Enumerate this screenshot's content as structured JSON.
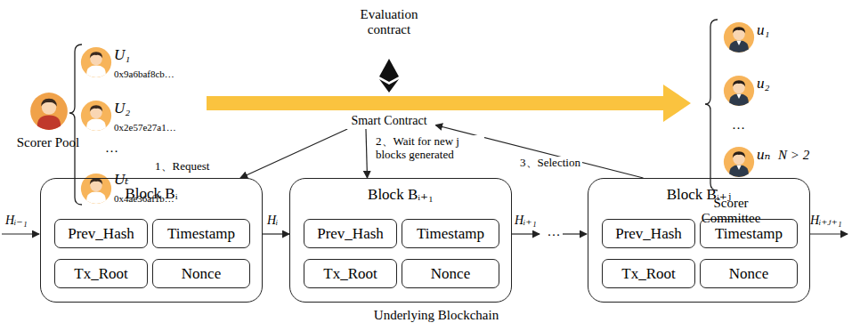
{
  "diagram": {
    "nodes": [
      {
        "text": [
          "Smart Contract"
        ]
      },
      {
        "text": [
          "Block Bᵢ"
        ]
      },
      {
        "text": [
          "Prev_Hash"
        ],
        "in": 1
      },
      {
        "text": [
          "Timestamp"
        ],
        "in": 1
      },
      {
        "text": [
          "Tx_Root"
        ],
        "in": 1
      },
      {
        "text": [
          "Nonce"
        ],
        "in": 1
      },
      {
        "text": [
          "Block Bᵢ₊₁"
        ]
      },
      {
        "text": [
          "Prev_Hash"
        ],
        "in": 6
      },
      {
        "text": [
          "Timestamp"
        ],
        "in": 6
      },
      {
        "text": [
          "Tx_Root"
        ],
        "in": 6
      },
      {
        "text": [
          "Nonce"
        ],
        "in": 6
      },
      {
        "text": [
          "Block Bᵢ₊ⱼ"
        ]
      },
      {
        "text": [
          "Prev_Hash"
        ],
        "in": 11
      },
      {
        "text": [
          "Timestamp"
        ],
        "in": 11
      },
      {
        "text": [
          "Tx_Root"
        ],
        "in": 11
      },
      {
        "text": [
          "Nonce"
        ],
        "in": 11
      }
    ],
    "edges": [
      {
        "from": 0,
        "to": 1,
        "label": "1、Request",
        "arrow": "to"
      },
      {
        "from": 0,
        "to": 6,
        "label": "2、Wait for new j blocks generated",
        "arrow": "to"
      },
      {
        "from": 11,
        "to": 0,
        "label": "3、Selection",
        "arrow": "to"
      },
      {
        "from": 1,
        "to": 6,
        "label": "Hᵢ",
        "arrow": "to"
      }
    ],
    "labels": [
      "Evaluation contract",
      "U₁",
      "0x9a6baf8cb…",
      "U₂",
      "0x2e57e27a1…",
      "…",
      "Uₜ",
      "0x4ae36af1b…",
      "Scorer Pool",
      "u₁",
      "u₂",
      "…",
      "uₙ",
      "Scorer Committee",
      "N > 2",
      "Hᵢ₋₁",
      "Hᵢ₊₁",
      "…",
      "Hᵢ₊ⱼ₊₁",
      "Underlying Blockchain"
    ]
  }
}
